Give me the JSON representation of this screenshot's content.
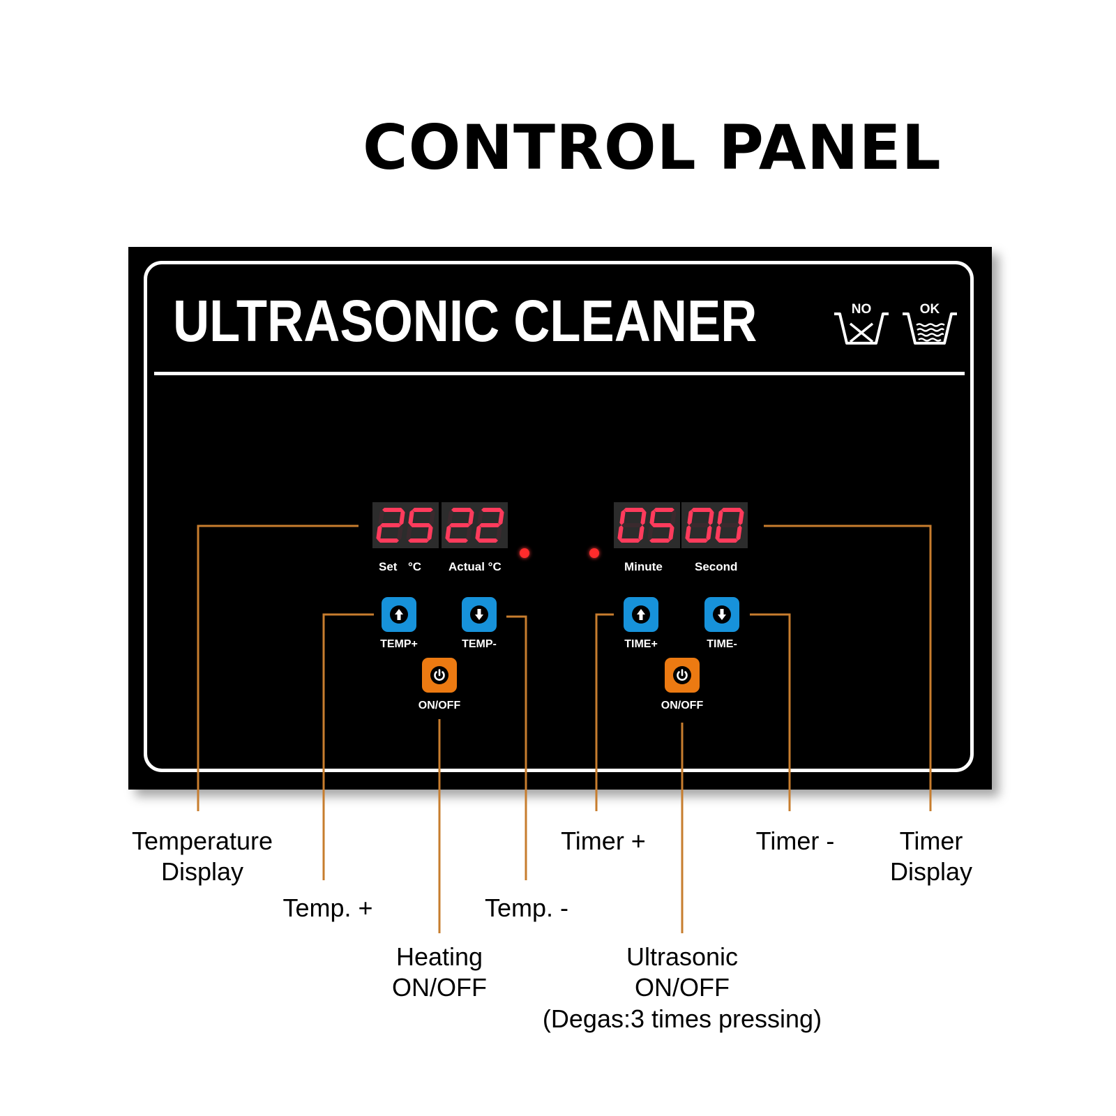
{
  "title": "CONTROL PANEL",
  "panel": {
    "title": "ULTRASONIC CLEANER",
    "wash_icons": [
      {
        "label": "NO",
        "icon": "basin-crossed-icon"
      },
      {
        "label": "OK",
        "icon": "basin-water-icon"
      }
    ],
    "displays": {
      "set_temp": "25",
      "actual_temp": "22",
      "minute": "05",
      "second": "00",
      "digit_color": "#ff3b5c"
    },
    "display_labels": {
      "set": "Set",
      "set_unit": "°C",
      "actual": "Actual °C",
      "minute": "Minute",
      "second": "Second"
    },
    "buttons": {
      "temp_plus": "TEMP+",
      "temp_minus": "TEMP-",
      "time_plus": "TIME+",
      "time_minus": "TIME-",
      "heating_onoff": "ON/OFF",
      "ultrasonic_onoff": "ON/OFF"
    },
    "colors": {
      "panel": "#000000",
      "button_blue": "#1792da",
      "button_orange": "#ec7a12",
      "leader_line": "#c77d2e",
      "indicator_led": "#ff2c2c"
    }
  },
  "callouts": {
    "temperature_display": [
      "Temperature",
      "Display"
    ],
    "temp_plus": [
      "Temp. +"
    ],
    "heating_onoff": [
      "Heating",
      "ON/OFF"
    ],
    "temp_minus": [
      "Temp. -"
    ],
    "timer_plus": [
      "Timer +"
    ],
    "ultrasonic_onoff": [
      "Ultrasonic",
      "ON/OFF",
      "(Degas:3 times pressing)"
    ],
    "timer_minus": [
      "Timer -"
    ],
    "timer_display": [
      "Timer",
      "Display"
    ]
  }
}
